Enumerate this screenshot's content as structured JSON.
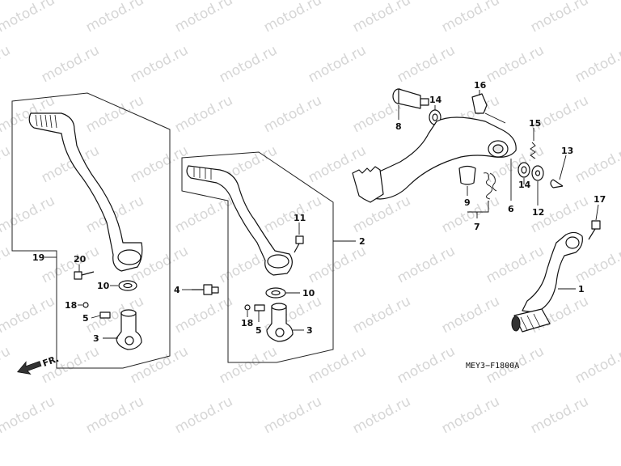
{
  "watermark": {
    "text": "motod.ru"
  },
  "diagram_code": "MEY3−F1800A",
  "front_indicator": "FR.",
  "callouts": [
    {
      "id": "c1",
      "label": "1"
    },
    {
      "id": "c2",
      "label": "2"
    },
    {
      "id": "c3a",
      "label": "3"
    },
    {
      "id": "c3b",
      "label": "3"
    },
    {
      "id": "c4",
      "label": "4"
    },
    {
      "id": "c5a",
      "label": "5"
    },
    {
      "id": "c5b",
      "label": "5"
    },
    {
      "id": "c6",
      "label": "6"
    },
    {
      "id": "c7",
      "label": "7"
    },
    {
      "id": "c8",
      "label": "8"
    },
    {
      "id": "c9",
      "label": "9"
    },
    {
      "id": "c10a",
      "label": "10"
    },
    {
      "id": "c10b",
      "label": "10"
    },
    {
      "id": "c11",
      "label": "11"
    },
    {
      "id": "c12",
      "label": "12"
    },
    {
      "id": "c13",
      "label": "13"
    },
    {
      "id": "c14a",
      "label": "14"
    },
    {
      "id": "c14b",
      "label": "14"
    },
    {
      "id": "c15",
      "label": "15"
    },
    {
      "id": "c16",
      "label": "16"
    },
    {
      "id": "c17",
      "label": "17"
    },
    {
      "id": "c18a",
      "label": "18"
    },
    {
      "id": "c18b",
      "label": "18"
    },
    {
      "id": "c19",
      "label": "19"
    },
    {
      "id": "c20",
      "label": "20"
    }
  ]
}
